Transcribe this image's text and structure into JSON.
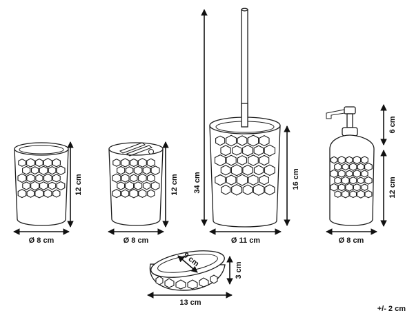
{
  "items": {
    "tumbler": {
      "height_label": "12 cm",
      "diameter_label": "Ø 8 cm"
    },
    "toothbrush_holder": {
      "height_label": "12 cm",
      "diameter_label": "Ø 8 cm"
    },
    "toilet_brush": {
      "total_height_label": "34 cm",
      "holder_height_label": "16 cm",
      "diameter_label": "Ø 11 cm"
    },
    "soap_dispenser": {
      "pump_height_label": "6 cm",
      "body_height_label": "12 cm",
      "diameter_label": "Ø 8 cm"
    },
    "soap_dish": {
      "inner_label": "9 cm",
      "height_label": "3 cm",
      "width_label": "13 cm"
    }
  },
  "tolerance_note": "+/- 2 cm",
  "colors": {
    "line": "#1a1a1a",
    "background": "#ffffff"
  }
}
